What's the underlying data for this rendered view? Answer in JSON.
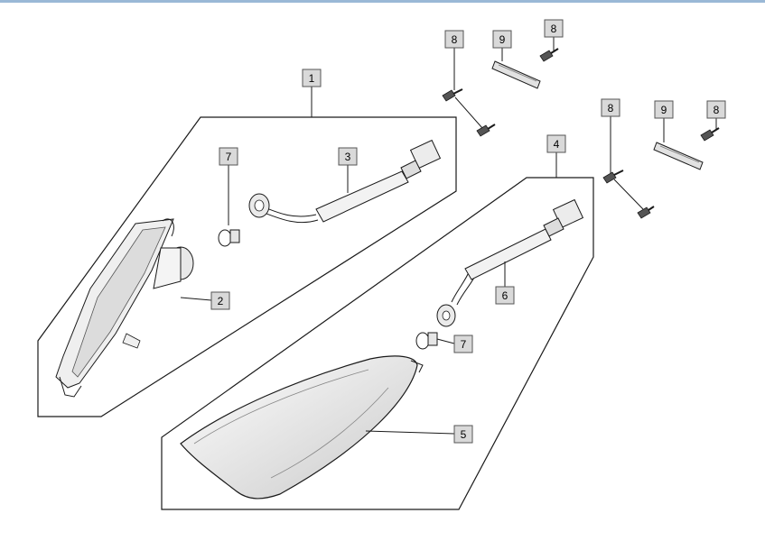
{
  "diagram": {
    "labels": {
      "callout_1": "1",
      "callout_2": "2",
      "callout_3": "3",
      "callout_4": "4",
      "callout_5": "5",
      "callout_6": "6",
      "callout_7a": "7",
      "callout_7b": "7",
      "callout_8a": "8",
      "callout_8b": "8",
      "callout_8c": "8",
      "callout_8d": "8",
      "callout_9a": "9",
      "callout_9b": "9"
    },
    "colors": {
      "line": "#1a1a1a",
      "box_fill": "#d9d9d9",
      "box_stroke": "#555555",
      "part_fill": "#f4f4f4",
      "part_shade": "#bdbdbd"
    }
  }
}
